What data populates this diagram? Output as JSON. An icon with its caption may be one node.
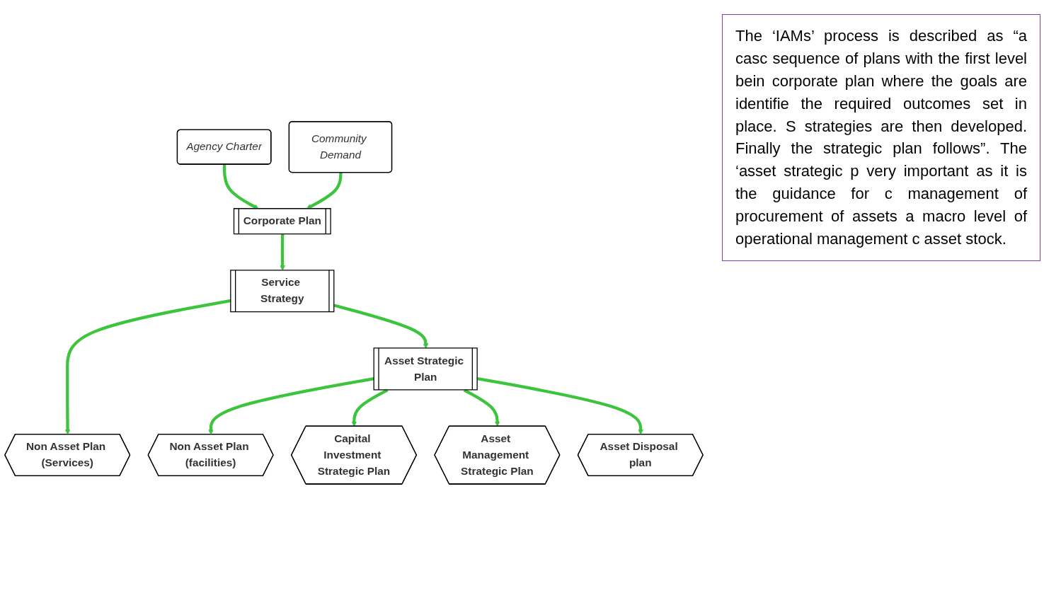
{
  "diagram": {
    "nodes": [
      {
        "text": [
          "Agency Charter"
        ]
      },
      {
        "text": [
          "Community Demand"
        ]
      },
      {
        "text": [
          "Corporate Plan"
        ]
      },
      {
        "text": [
          "Service Strategy"
        ]
      },
      {
        "text": [
          "Asset Strategic Plan"
        ]
      },
      {
        "text": [
          "Non Asset Plan (Services)"
        ]
      },
      {
        "text": [
          "Non Asset Plan (facilities)"
        ]
      },
      {
        "text": [
          "Capital Investment Strategic Plan"
        ]
      },
      {
        "text": [
          "Asset Management Strategic Plan"
        ]
      },
      {
        "text": [
          "Asset Disposal plan"
        ]
      }
    ],
    "edges": [
      {
        "from": 0,
        "to": 2,
        "arrow": "to"
      },
      {
        "from": 1,
        "to": 2,
        "arrow": "to"
      },
      {
        "from": 2,
        "to": 3,
        "arrow": "to"
      },
      {
        "from": 3,
        "to": 5,
        "arrow": "to"
      },
      {
        "from": 3,
        "to": 4,
        "arrow": "to"
      },
      {
        "from": 4,
        "to": 6,
        "arrow": "to"
      },
      {
        "from": 4,
        "to": 7,
        "arrow": "to"
      },
      {
        "from": 4,
        "to": 8,
        "arrow": "to"
      },
      {
        "from": 4,
        "to": 9,
        "arrow": "to"
      }
    ],
    "labels": [
      "The ‘IAMs’ process is described as “a casc sequence of plans with the first level bein corporate plan where the goals are identifie the required outcomes set in place. S strategies are then developed. Finally the strategic plan follows”. The ‘asset strategic p very important as it is the guidance for c management of procurement of assets a macro level of operational management c asset stock."
    ]
  }
}
